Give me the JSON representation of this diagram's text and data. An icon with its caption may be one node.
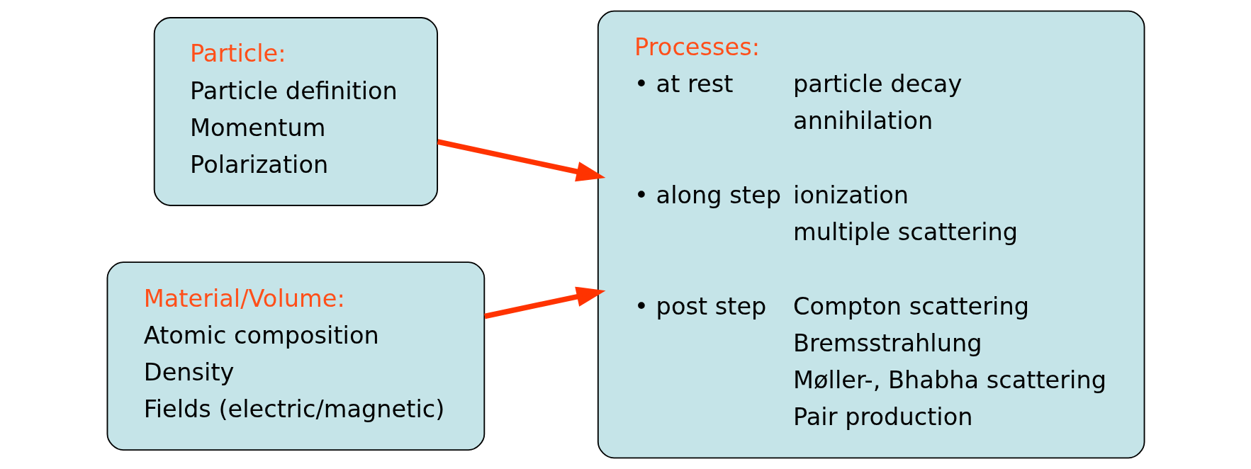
{
  "diagram": {
    "nodes": [
      {
        "text": [
          "Particle:",
          "Particle definition",
          "Momentum",
          "Polarization"
        ]
      },
      {
        "text": [
          "Material/Volume:",
          "Atomic composition",
          "Density",
          "Fields (electric/magnetic)"
        ]
      },
      {
        "text": [
          "Processes:",
          "• at rest",
          "particle decay",
          "annihilation",
          "• along step",
          "ionization",
          "multiple scattering",
          "• post step",
          "Compton scattering",
          "Bremsstrahlung",
          "Møller-, Bhabha scattering",
          "Pair production"
        ]
      }
    ],
    "edges": [
      {
        "from": 0,
        "to": 2,
        "arrow": "to"
      },
      {
        "from": 1,
        "to": 2,
        "arrow": "to"
      }
    ]
  }
}
